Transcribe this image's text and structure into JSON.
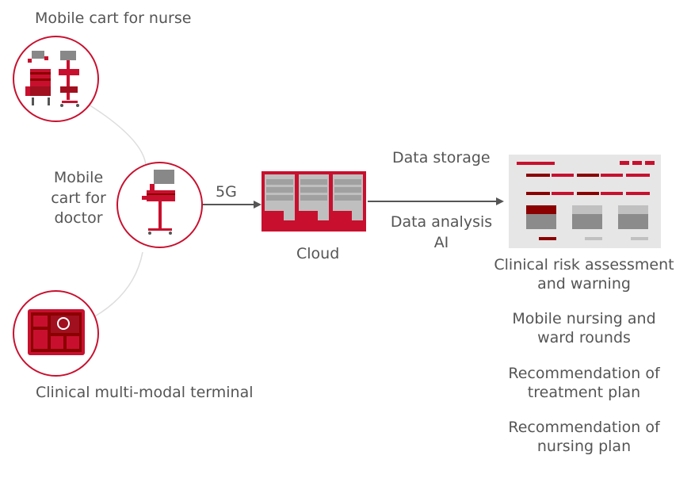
{
  "labels": {
    "nurse_cart": "Mobile cart for nurse",
    "doctor_cart": [
      "Mobile",
      "cart for",
      "doctor"
    ],
    "terminal": "Clinical multi-modal terminal",
    "network": "5G",
    "cloud": "Cloud",
    "storage": "Data storage",
    "analysis": [
      "Data analysis",
      "AI"
    ]
  },
  "use_cases": [
    [
      "Clinical risk assessment",
      "and warning"
    ],
    [
      "Mobile nursing and",
      "ward rounds"
    ],
    [
      "Recommendation of",
      "treatment plan"
    ],
    [
      "Recommendation of",
      "nursing plan"
    ]
  ],
  "colors": {
    "accent": "#c8102e",
    "dark_red": "#8b0000",
    "text": "#555555",
    "connector": "#dddddd",
    "arrow": "#555555",
    "panel": "#e6e6e6"
  },
  "icons": {
    "nurse_cart": "nurse-cart-icon",
    "doctor_cart": "doctor-cart-icon",
    "terminal": "tablet-terminal-icon",
    "cloud": "server-rack-icon",
    "dashboard": "dashboard-icon"
  }
}
